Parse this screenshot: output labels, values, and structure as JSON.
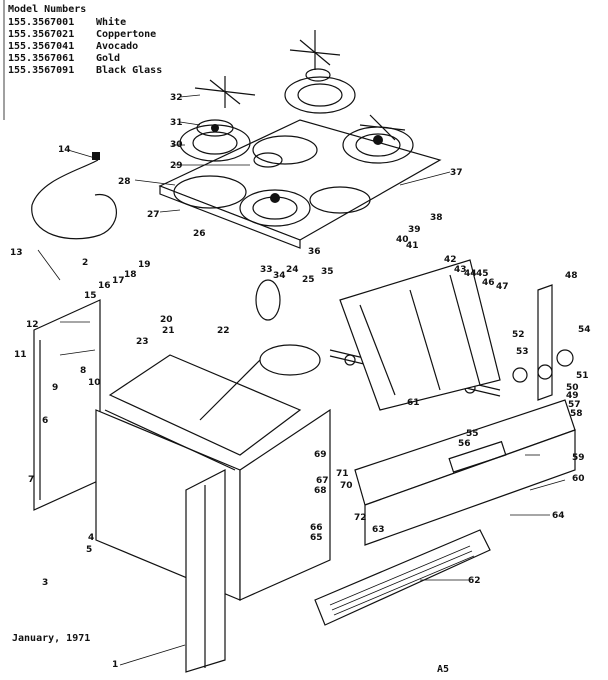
{
  "header": {
    "title": "Model Numbers",
    "models": [
      {
        "number": "155.3567001",
        "color": "White"
      },
      {
        "number": "155.3567021",
        "color": "Coppertone"
      },
      {
        "number": "155.3567041",
        "color": "Avocado"
      },
      {
        "number": "155.3567061",
        "color": "Gold"
      },
      {
        "number": "155.3567091",
        "color": "Black Glass"
      }
    ]
  },
  "footer": {
    "date": "January, 1971",
    "page_code": "A5"
  },
  "callouts": [
    "1",
    "2",
    "3",
    "4",
    "5",
    "6",
    "7",
    "8",
    "9",
    "10",
    "11",
    "12",
    "13",
    "14",
    "15",
    "16",
    "17",
    "18",
    "19",
    "20",
    "21",
    "22",
    "23",
    "24",
    "25",
    "26",
    "27",
    "28",
    "29",
    "30",
    "31",
    "32",
    "33",
    "34",
    "35",
    "36",
    "37",
    "38",
    "39",
    "40",
    "41",
    "42",
    "43",
    "44",
    "45",
    "46",
    "47",
    "48",
    "49",
    "50",
    "51",
    "52",
    "53",
    "54",
    "55",
    "56",
    "57",
    "58",
    "59",
    "60",
    "61",
    "62",
    "63",
    "64",
    "65",
    "66",
    "67",
    "68",
    "69",
    "70",
    "71",
    "72"
  ]
}
